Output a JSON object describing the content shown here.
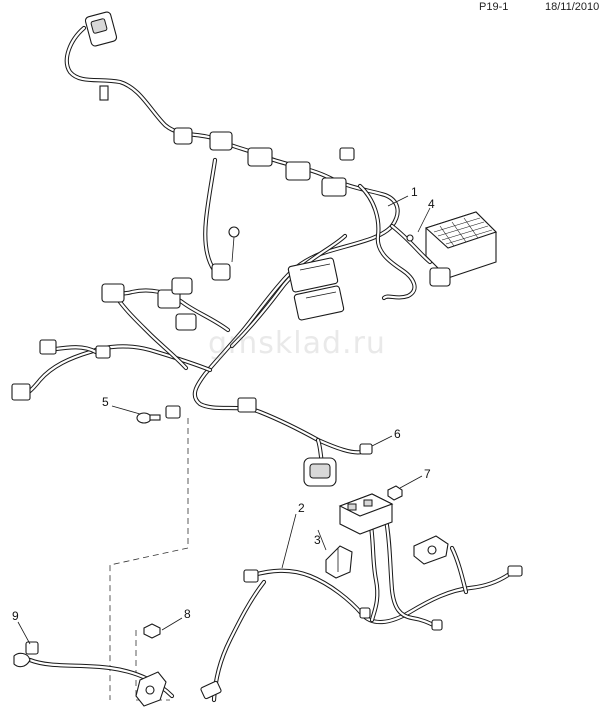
{
  "header": {
    "code": "P19-1",
    "date": "18/11/2010"
  },
  "watermark": "gmsklad.ru",
  "callouts": [
    "1",
    "2",
    "3",
    "4",
    "5",
    "6",
    "7",
    "8",
    "9"
  ]
}
